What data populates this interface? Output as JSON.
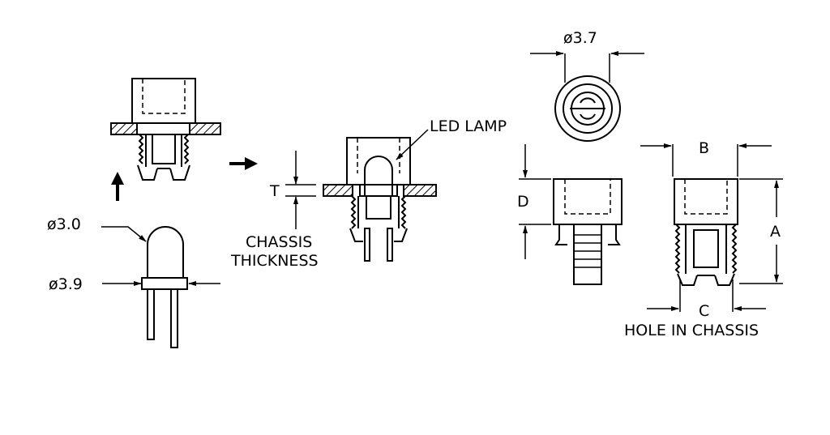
{
  "labels": {
    "d30": "ø3.0",
    "d39": "ø3.9",
    "d37": "ø3.7",
    "led_lamp": "LED LAMP",
    "t": "T",
    "chassis": "CHASSIS",
    "thickness": "THICKNESS",
    "d": "D",
    "b": "B",
    "a": "A",
    "c": "C",
    "hole": "HOLE IN CHASSIS"
  }
}
